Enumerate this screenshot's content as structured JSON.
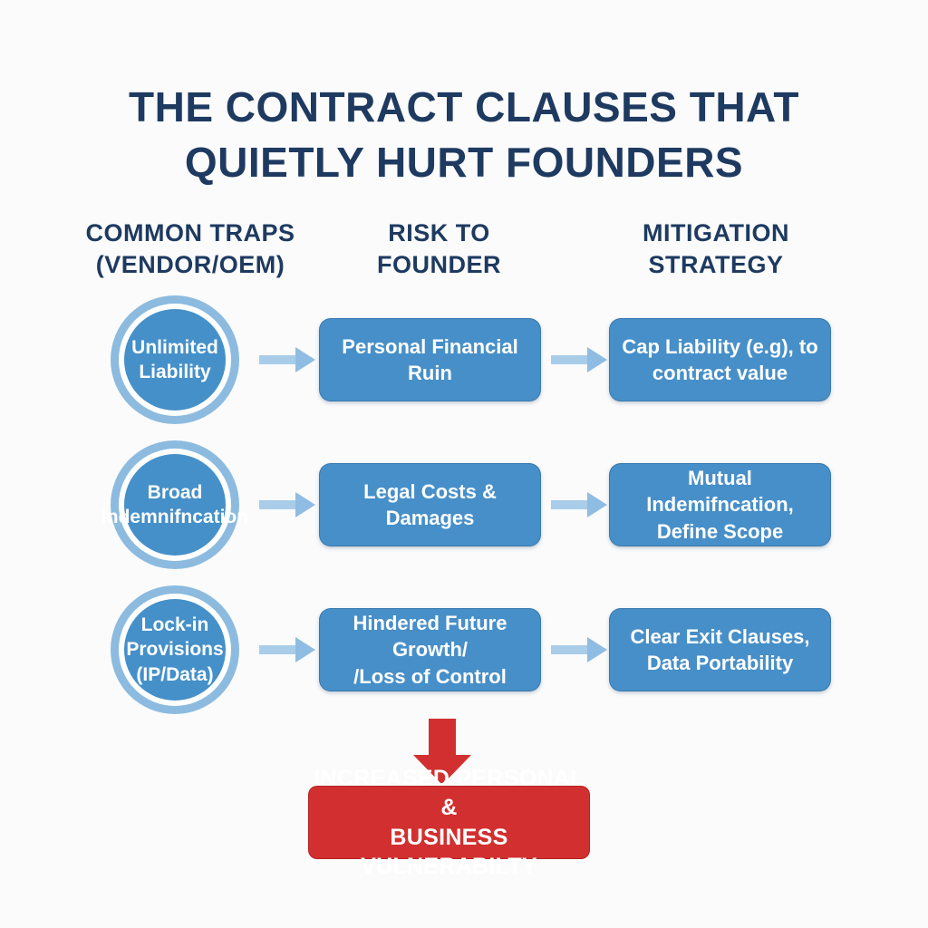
{
  "title": {
    "line1": "THE CONTRACT CLAUSES THAT",
    "line2": "QUIETLY HURT FOUNDERS"
  },
  "columns": {
    "traps": {
      "line1": "COMMON TRAPS",
      "line2": "(VENDOR/OEM)"
    },
    "risk": {
      "line1": "RISK TO",
      "line2": "FOUNDER"
    },
    "mitigation": {
      "line1": "MITIGATION",
      "line2": "STRATEGY"
    }
  },
  "rows": [
    {
      "trap_lines": [
        "Unlimited",
        "Liability"
      ],
      "risk_lines": [
        "Personal Financial",
        "Ruin"
      ],
      "mitigation_lines": [
        "Cap Liability (e.g), to",
        "contract value"
      ]
    },
    {
      "trap_lines": [
        "Broad",
        "Indemnifncation"
      ],
      "risk_lines": [
        "Legal Costs &",
        "Damages"
      ],
      "mitigation_lines": [
        "Mutual Indemifncation,",
        "Define Scope"
      ]
    },
    {
      "trap_lines": [
        "Lock-in",
        "Provisions",
        "(IP/Data)"
      ],
      "risk_lines": [
        "Hindered Future Growth/",
        "/Loss of Control"
      ],
      "mitigation_lines": [
        "Clear Exit Clauses,",
        "Data Portability"
      ]
    }
  ],
  "outcome": {
    "line1": "INCREASED PERSONAL &",
    "line2": "BUSINESS VULNERABILTY"
  },
  "colors": {
    "bg": "#fbfbfc",
    "navy": "#1e3a60",
    "box_blue": "#478fc8",
    "circle_blue": "#4590c9",
    "ring_blue": "#8cbbdf",
    "arrow_blue": "#a9cde9",
    "arrow_head_blue": "#8fbce2",
    "red": "#d23030"
  }
}
